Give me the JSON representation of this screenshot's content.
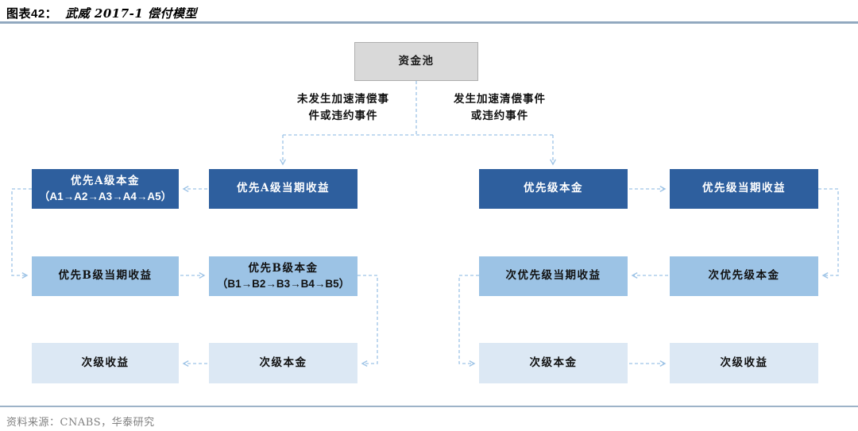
{
  "title": {
    "prefix": "图表42：",
    "text": "武威 2017-1 偿付模型"
  },
  "pool": {
    "label": "资金池"
  },
  "branches": {
    "left": {
      "line1": "未发生加速清偿事",
      "line2": "件或违约事件"
    },
    "right": {
      "line1": "发生加速清偿事件",
      "line2": "或违约事件"
    }
  },
  "boxes": {
    "l_a1": {
      "line1": "优先A级本金",
      "line2": "（A1→A2→A3→A4→A5）"
    },
    "l_a2": {
      "line1": "优先A级当期收益"
    },
    "l_b1": {
      "line1": "优先B级当期收益"
    },
    "l_b2": {
      "line1": "优先B级本金",
      "line2": "（B1→B2→B3→B4→B5）"
    },
    "l_c1": {
      "line1": "次级收益"
    },
    "l_c2": {
      "line1": "次级本金"
    },
    "r_a1": {
      "line1": "优先级本金"
    },
    "r_a2": {
      "line1": "优先级当期收益"
    },
    "r_b1": {
      "line1": "次优先级当期收益"
    },
    "r_b2": {
      "line1": "次优先级本金"
    },
    "r_c1": {
      "line1": "次级本金"
    },
    "r_c2": {
      "line1": "次级收益"
    }
  },
  "footer": {
    "source": "资料来源：CNABS，华泰研究"
  },
  "colors": {
    "dark": "#2e5f9e",
    "medium": "#9cc3e5",
    "light": "#dce8f4",
    "pool_bg": "#d9d9d9",
    "pool_border": "#aeaeae",
    "connector": "#9dc3e6",
    "title_line": "#7f99b5",
    "footer_line": "#9db3c8",
    "footer_text": "#808080"
  }
}
